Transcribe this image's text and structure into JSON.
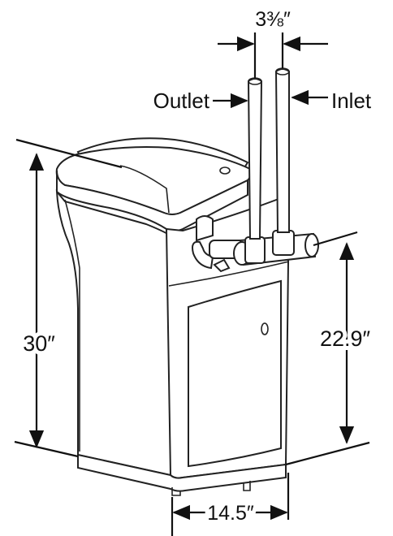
{
  "labels": {
    "tube_spacing": "3⅜″",
    "outlet": "Outlet",
    "inlet": "Inlet",
    "height_total": "30″",
    "height_connection": "22.9″",
    "width": "14.5″"
  },
  "colors": {
    "line": "#111111",
    "background": "#ffffff"
  }
}
